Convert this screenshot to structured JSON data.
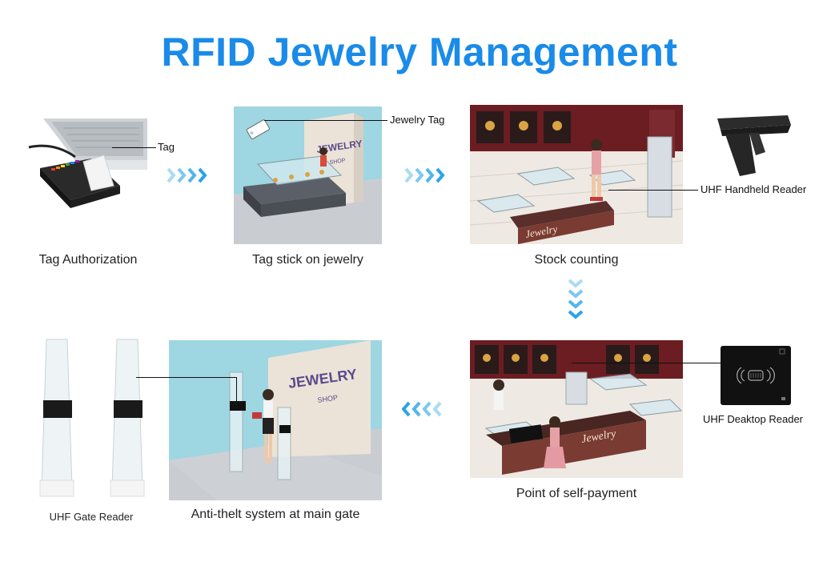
{
  "title": "RFID Jewelry Management",
  "steps": {
    "tag_authorization": {
      "caption": "Tag Authorization",
      "callout": "Tag"
    },
    "tag_stick": {
      "caption": "Tag stick on jewelry",
      "callout": "Jewelry Tag",
      "sign": "JEWELRY",
      "sign_sub": "SHOP"
    },
    "stock_counting": {
      "caption": "Stock counting",
      "callout": "UHF Handheld Reader",
      "counter_text": "Jewelry"
    },
    "self_payment": {
      "caption": "Point of self-payment",
      "callout": "UHF Deaktop Reader",
      "counter_text": "Jewelry"
    },
    "anti_theft": {
      "caption": "Anti-thelt system at main gate",
      "sign": "JEWELRY",
      "sign_sub": "SHOP"
    },
    "gate_reader": {
      "caption": "UHF Gate Reader"
    }
  },
  "colors": {
    "accent": "#1a8be8",
    "arrow_light": "#a8dcf5",
    "arrow_dark": "#2ba3e8"
  }
}
